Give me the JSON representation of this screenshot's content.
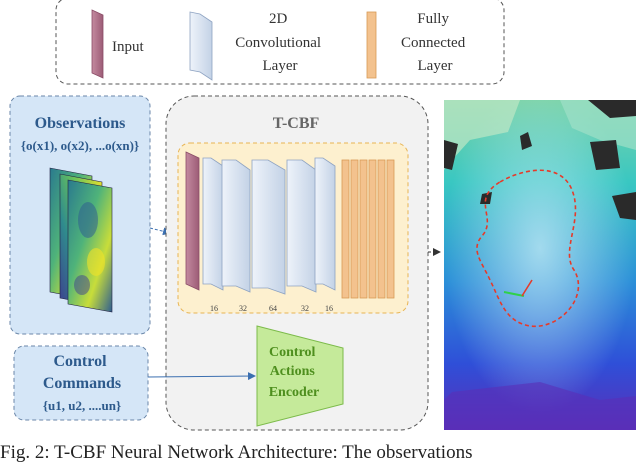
{
  "legend": {
    "input": "Input",
    "conv": [
      "2D",
      "Convolutional",
      "Layer"
    ],
    "fc": [
      "Fully",
      "Connected",
      "Layer"
    ]
  },
  "observations": {
    "title": "Observations",
    "formula": "{o(x1), o(x2), ...o(xn)}"
  },
  "tcbf": {
    "title": "T-CBF"
  },
  "conv_channels": [
    "16",
    "32",
    "64",
    "32",
    "16"
  ],
  "control": {
    "title": [
      "Control",
      "Commands"
    ],
    "formula": "{u1, u2, ....un}"
  },
  "encoder": {
    "label": [
      "Control",
      "Actions",
      "Encoder"
    ]
  },
  "caption": "Fig. 2: T-CBF Neural Network Architecture: The observations",
  "colors": {
    "input": "#b2718a",
    "conv": "#dbe5f2",
    "fc": "#f3c28e",
    "blue_text": "#2d5a8c",
    "green_text": "#4e8f1e",
    "blue_panel": "#d5e6f7"
  }
}
